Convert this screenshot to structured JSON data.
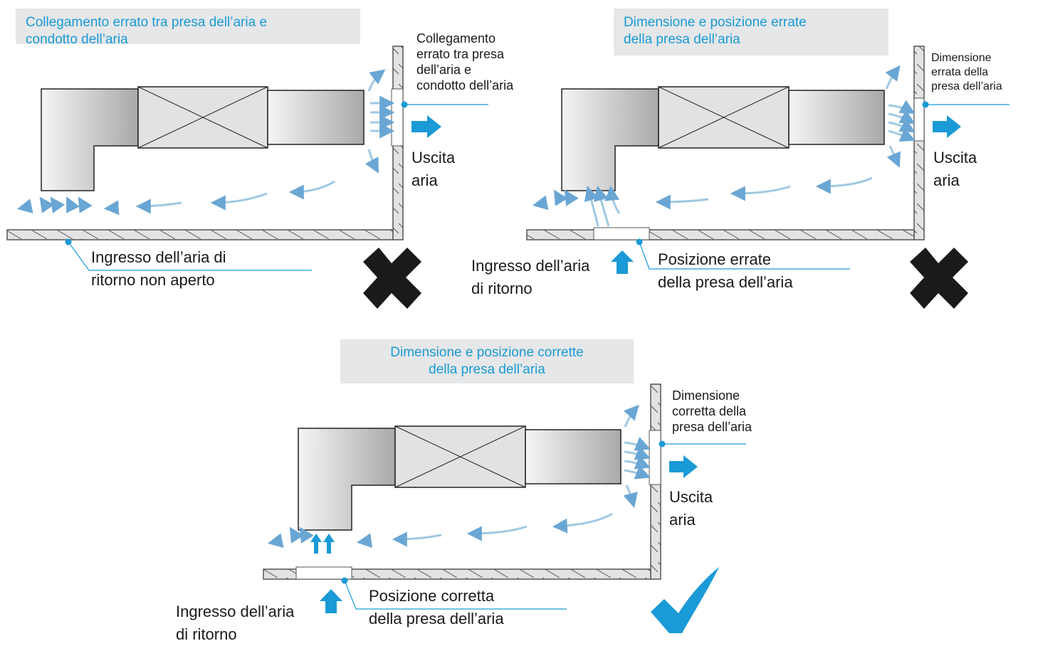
{
  "colors": {
    "accent": "#1a9ad6",
    "title_background": "#e6e7e8",
    "air_flow": "#9fc8e2",
    "check": "#1a9ad6",
    "cross": "#1a1a1a"
  },
  "panels": [
    {
      "title": "Collegamento errato tra presa dell’aria e\ncondotto dell’aria",
      "outlet_callout": "Collegamento\nerrato tra presa\ndell’aria e\ncondotto dell’aria",
      "outlet_label": "Uscita\naria",
      "inlet_callout": "Ingresso dell’aria di\nritorno non aperto",
      "verdict": "cross-icon"
    },
    {
      "title": "Dimensione e posizione errate\ndella presa dell’aria",
      "outlet_callout": "Dimensione\nerrata della\npresa dell’aria",
      "outlet_label": "Uscita\naria",
      "inlet_label": "Ingresso dell’aria\ndi ritorno",
      "inlet_callout": "Posizione errate\ndella presa dell’aria",
      "verdict": "cross-icon"
    },
    {
      "title": "Dimensione e posizione corrette\ndella presa dell’aria",
      "outlet_callout": "Dimensione\ncorretta della\npresa dell’aria",
      "outlet_label": "Uscita\naria",
      "inlet_label": "Ingresso dell’aria\ndi ritorno",
      "inlet_callout": "Posizione corretta\ndella presa dell’aria",
      "verdict": "check-icon"
    }
  ]
}
